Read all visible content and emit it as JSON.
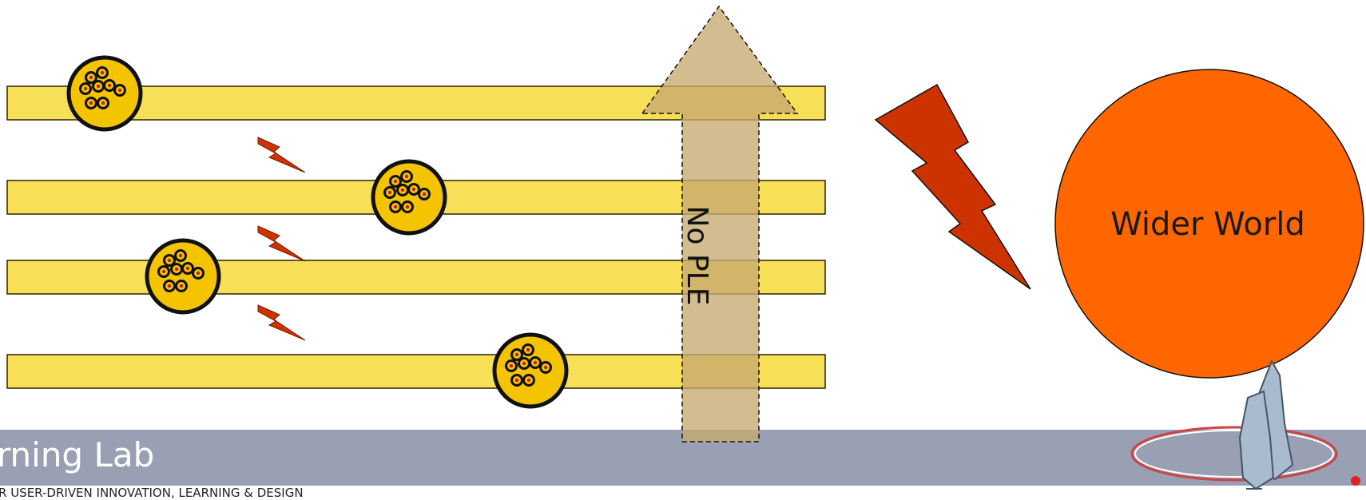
{
  "diagram": {
    "arrow_label": "No PLE",
    "world_label": "Wider World",
    "colors": {
      "bar_fill": "#f8df58",
      "bar_stroke": "#2b2400",
      "cluster_fill": "#f5c400",
      "dot_fill": "#c41f00",
      "spark_fill": "#cc3300",
      "arrow_fill": "#c7a970",
      "world_fill": "#ff6600",
      "footer_band": "#9aa0b3"
    }
  },
  "footer": {
    "title": "rning Lab",
    "tagline": "R USER-DRIVEN INNOVATION, LEARNING & DESIGN"
  }
}
